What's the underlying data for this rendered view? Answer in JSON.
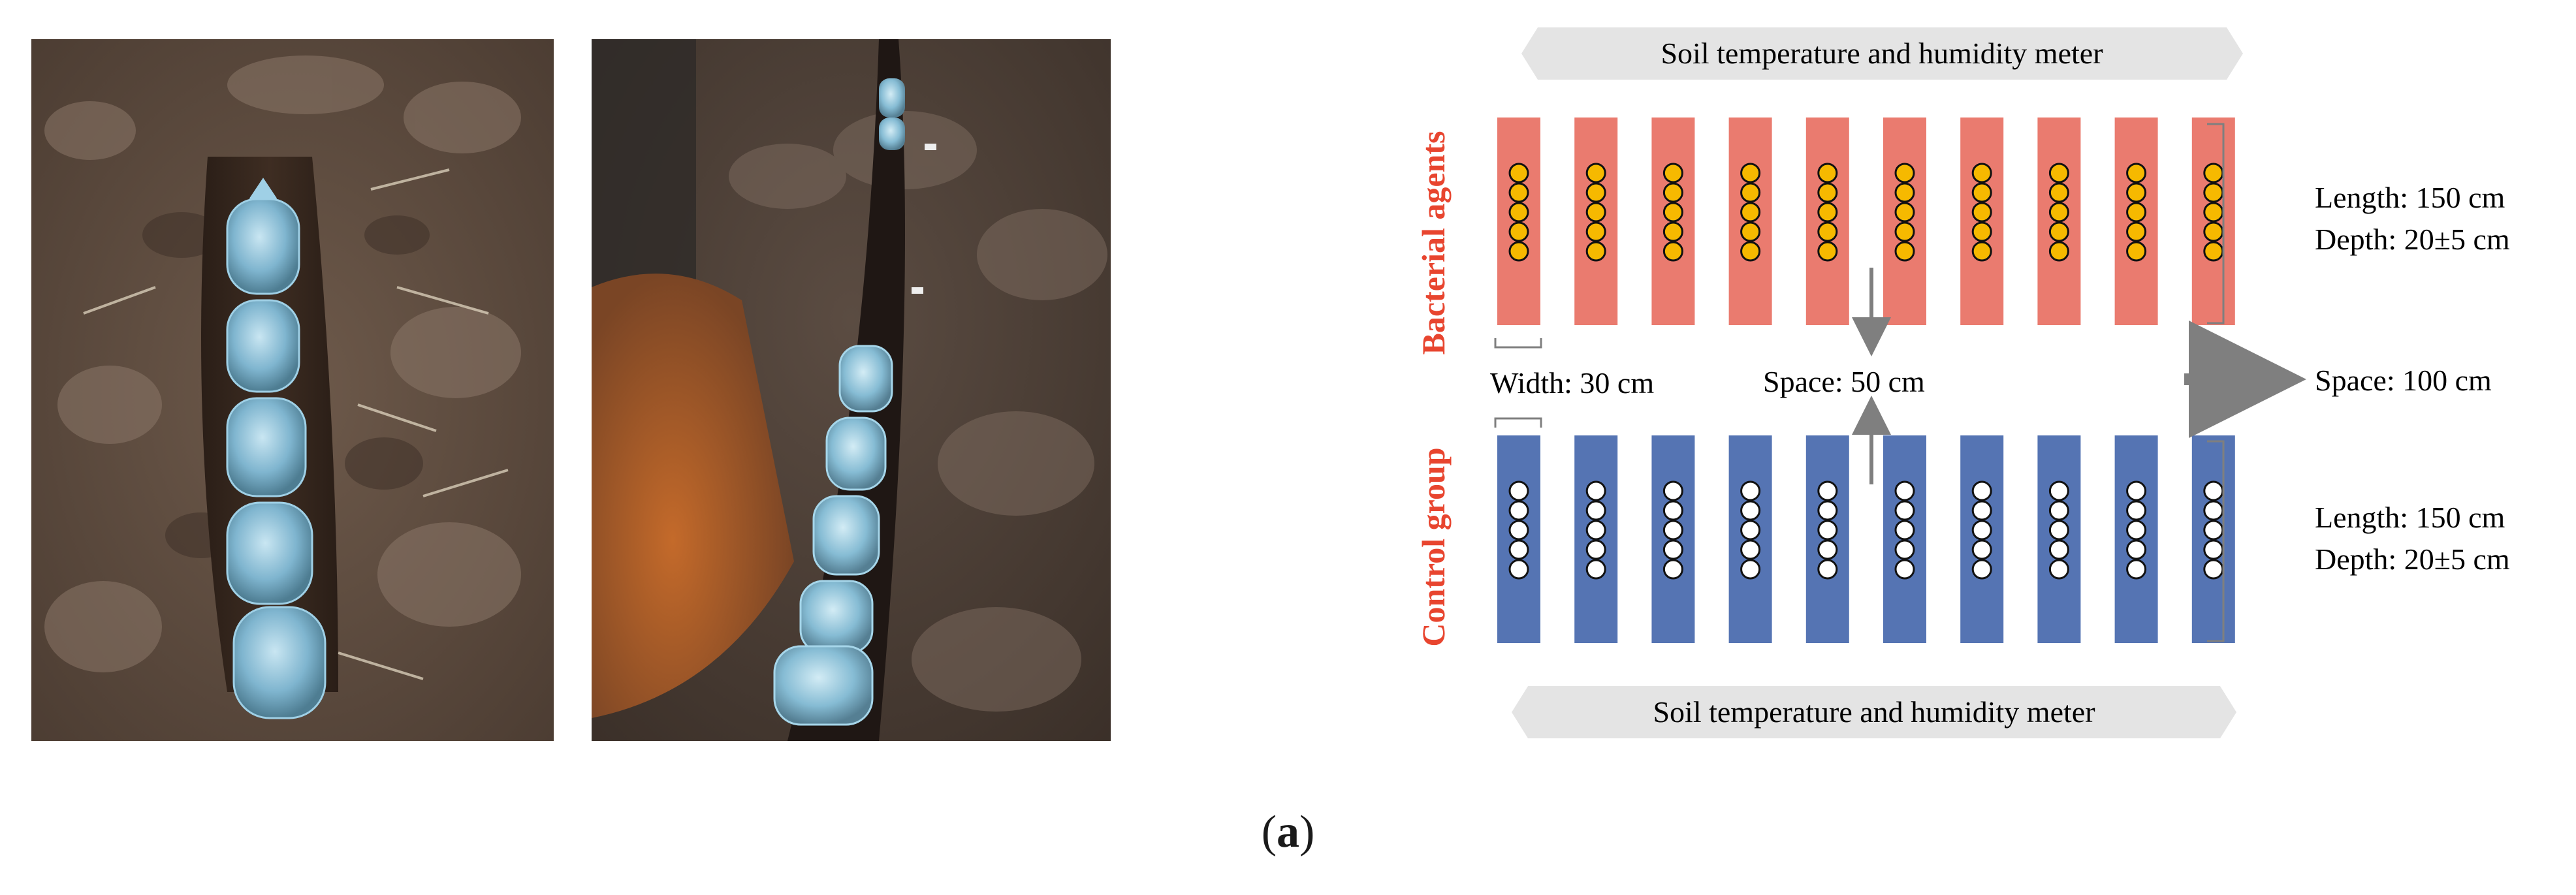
{
  "caption": {
    "open": "(",
    "letter": "a",
    "close": ")"
  },
  "photos": {
    "left": {
      "subject": "soil-trench-with-five-mesh-bags"
    },
    "right": {
      "subject": "long-soil-trench-with-mesh-bags"
    }
  },
  "diagram": {
    "top_meter_label": "Soil temperature and humidity meter",
    "bottom_meter_label": "Soil temperature and humidity meter",
    "bacterial_row_label": "Bacterial agents",
    "control_row_label": "Control group",
    "width_label": "Width: 30 cm",
    "space_between_rows_label": "Space: 50 cm",
    "space_between_plots_label": "Space: 100 cm",
    "bacterial_length_label": "Length: 150 cm",
    "bacterial_depth_label": "Depth: 20±5 cm",
    "control_length_label": "Length: 150 cm",
    "control_depth_label": "Depth: 20±5 cm",
    "strips_per_row": 10,
    "bags_per_strip": 5,
    "colors": {
      "bacterial_strip": "#ea7b6f",
      "control_strip": "#5574b3",
      "bacterial_bag": "#f6b900",
      "control_bag": "#ffffff",
      "row_label": "#e8452f",
      "meter_banner": "#e4e4e4",
      "arrow": "#7f7f7f"
    }
  }
}
